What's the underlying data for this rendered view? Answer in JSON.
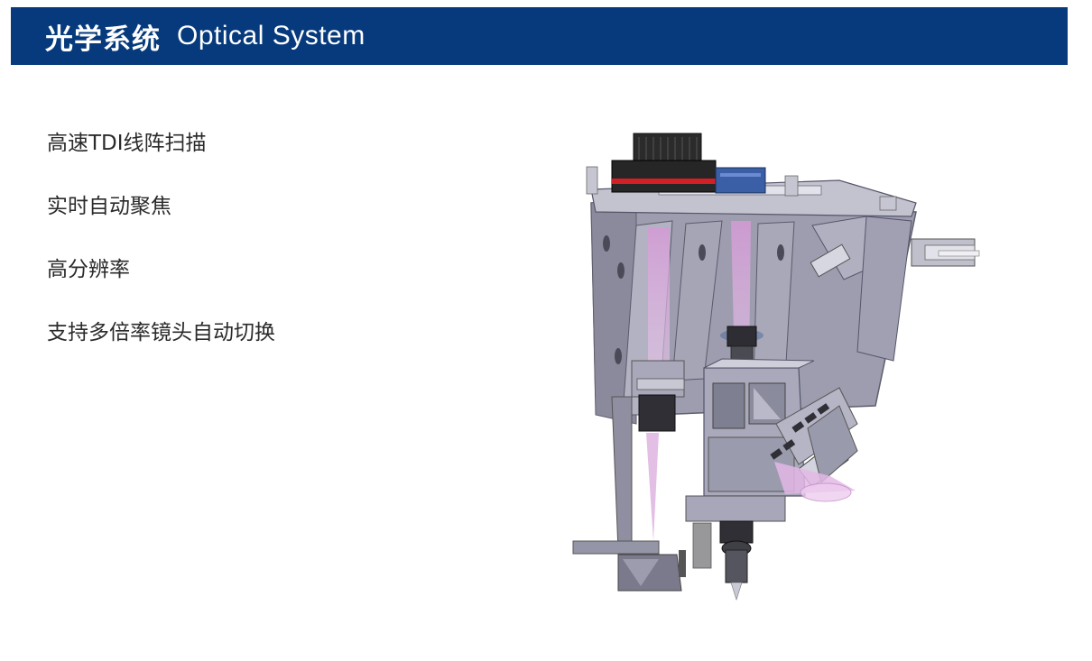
{
  "header": {
    "title_cn": "光学系统",
    "title_en": "Optical System",
    "background": "#063a7c"
  },
  "features": [
    {
      "label": "高速TDI线阵扫描"
    },
    {
      "label": "实时自动聚焦"
    },
    {
      "label": "高分辨率"
    },
    {
      "label": "支持多倍率镜头自动切换"
    }
  ],
  "figure": {
    "icon": "optical-system-assembly-icon",
    "accent_colors": {
      "beam": "#d89ad8",
      "frame": "#a7a7b7",
      "dark": "#2a2a2a",
      "red": "#d32027",
      "blue": "#3a5fa6"
    }
  }
}
